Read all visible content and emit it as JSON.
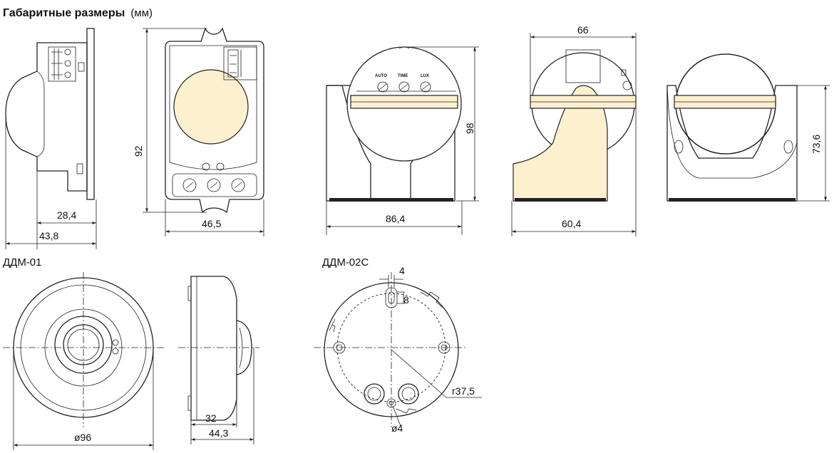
{
  "title": {
    "bold": "Габаритные размеры",
    "unit": "(мм)"
  },
  "models": {
    "ddm01": "ДДМ-01",
    "ddm02c": "ДДМ-02С"
  },
  "controls": {
    "auto": "AUTO",
    "time": "TIME",
    "lux": "LUX"
  },
  "dimensions": {
    "d28_4": "28,4",
    "d43_8": "43,8",
    "d92": "92",
    "d46_5": "46,5",
    "d98": "98",
    "d86_4": "86,4",
    "d66": "66",
    "d60_4": "60,4",
    "d73_6": "73,6",
    "d96": "ø96",
    "d32": "32",
    "d44_3": "44,3",
    "d4": "4",
    "d8": "8",
    "r37_5": "r37,5",
    "hole4": "ø4"
  },
  "colors": {
    "cream": "#fdf0cf",
    "line": "#222222"
  }
}
